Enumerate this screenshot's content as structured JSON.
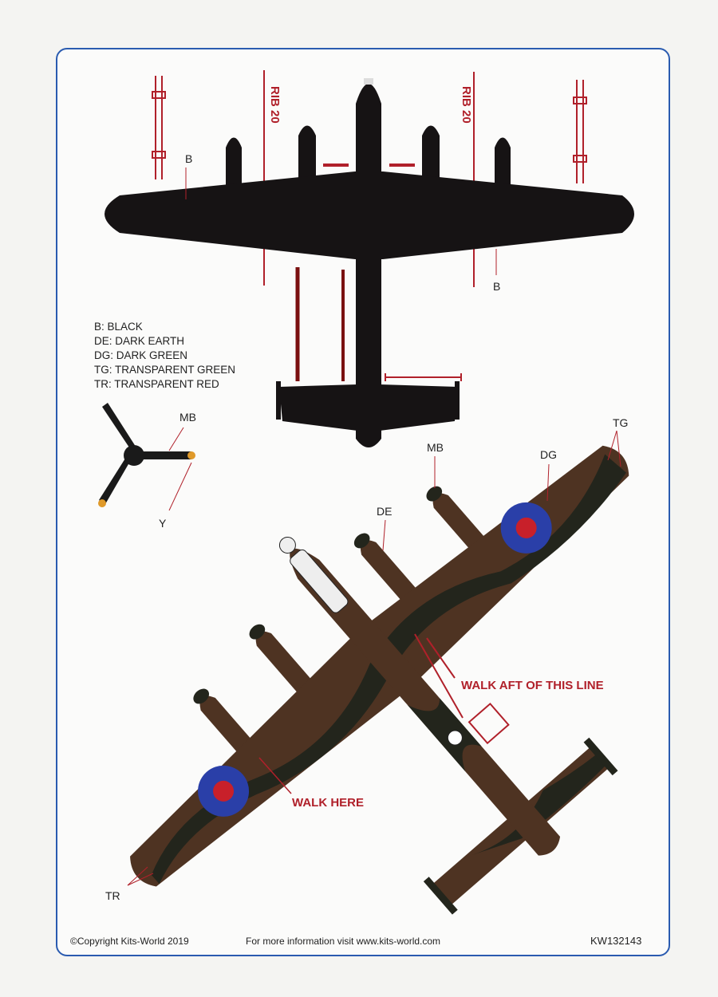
{
  "legend": [
    "B: BLACK",
    "DE: DARK EARTH",
    "DG: DARK GREEN",
    "TG: TRANSPARENT GREEN",
    "TR: TRANSPARENT RED"
  ],
  "top_view": {
    "stencils": [
      "RIB 20",
      "RIB 20"
    ],
    "labels": {
      "b_left": "B",
      "b_right": "B"
    }
  },
  "propeller": {
    "labels": {
      "mb": "MB",
      "y": "Y"
    }
  },
  "upper_view": {
    "labels": {
      "mb": "MB",
      "dg": "DG",
      "tg": "TG",
      "de": "DE",
      "tr": "TR"
    },
    "walk_aft": "WALK AFT OF THIS LINE",
    "walk_here": "WALK HERE"
  },
  "colors": {
    "black": "#161314",
    "dark_earth": "#4e3322",
    "dark_green": "#23251c",
    "red": "#b0202a",
    "blue": "#2a3fa8",
    "border": "#2a5bb0"
  },
  "footer": {
    "copyright": "©Copyright Kits-World 2019",
    "info": "For more  information visit www.kits-world.com",
    "code": "KW132143"
  }
}
